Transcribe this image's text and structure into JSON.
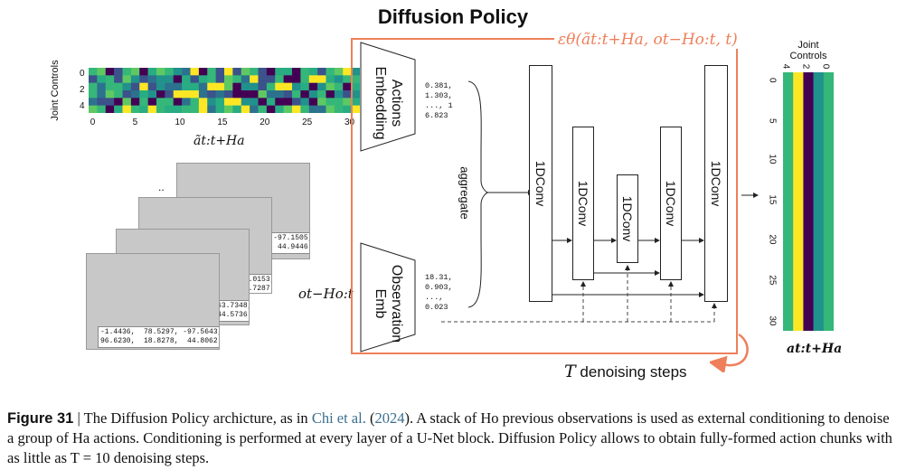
{
  "title": "Diffusion Policy",
  "epsilon_label": "εθ(ãt:t+Ha, ot−Ho:t, t)",
  "actions_embedding_label": "Actions Embedding",
  "observation_emb_label": "Observation Emb",
  "actions_values": "0.381,\n1.303,\n..., 1\n6.823",
  "observation_values": "18.31,\n0.903,\n...,\n0.023",
  "aggregate_label": "aggregate",
  "conv_label": "1DConv",
  "denoising_label_var": "T",
  "denoising_label_text": "denoising steps",
  "top_heatmap": {
    "ylabel": "Joint Controls",
    "yticks": [
      "0",
      "2",
      "4"
    ],
    "xticks": [
      "0",
      "5",
      "10",
      "15",
      "20",
      "25",
      "30"
    ],
    "label": "ãt:t+Ha"
  },
  "right_heatmap": {
    "title": "Joint Controls",
    "xticks": [
      "4",
      "2",
      "0"
    ],
    "yticks": [
      "0",
      "5",
      "10",
      "15",
      "20",
      "25",
      "30"
    ],
    "label": "at:t+Ha",
    "columns": [
      "#35b779",
      "#fde725",
      "#440154",
      "#21918c",
      "#35b779"
    ]
  },
  "observation_label": "ot−Ho:t",
  "frames_ellipsis": "..",
  "frames": [
    {
      "stats": "-1.3628,  78.2137, -97.1505,\n96.1393,  18.8767,  44.9446"
    },
    {
      "stats": "-1.5217,  78.6132, -98.0153,\n96.6230,  18.7302,  44.7287"
    },
    {
      "stats": "12.6024,  50.8772, -63.7348,\n96.9607,  24.2979,  44.5736"
    },
    {
      "stats": "-1.4436,  78.5297, -97.5643,\n96.6230,  18.8278,  44.8062"
    }
  ],
  "caption": {
    "figure": "Figure 31",
    "sep": " | ",
    "t1": "The Diffusion Policy archicture, as in ",
    "cite": "Chi et al.",
    "t2": " (",
    "year": "2024",
    "t3": "). A stack of Ho previous observations is used as external conditioning to denoise a group of Ha actions. Conditioning is performed at every layer of a U-Net block. Diffusion Policy allows to obtain fully-formed action chunks with as little as T = 10 denoising steps."
  }
}
